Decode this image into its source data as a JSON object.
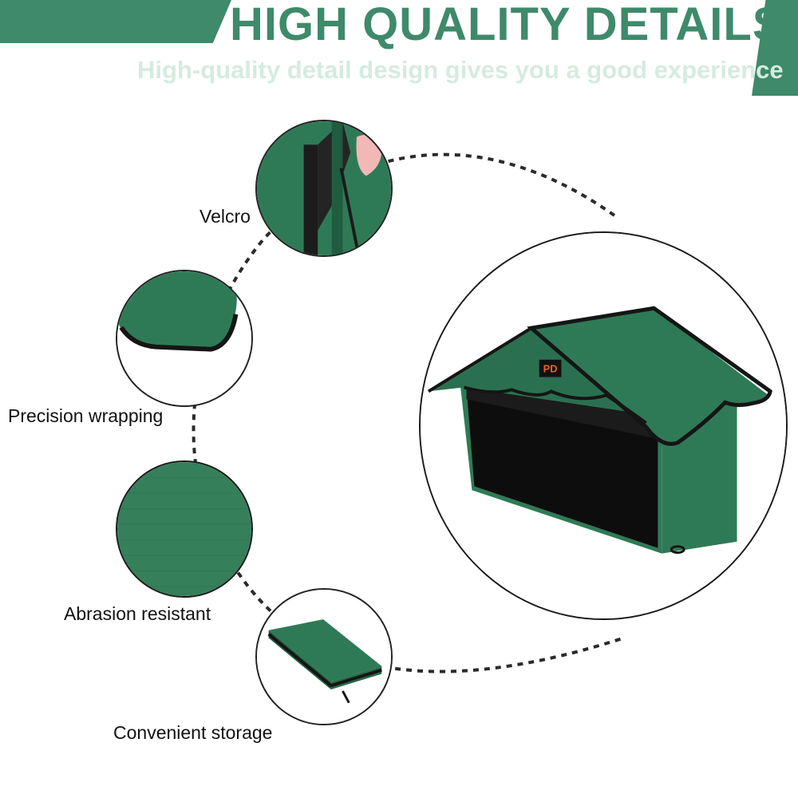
{
  "header": {
    "title": "HIGH QUALITY DETAILS",
    "subtitle": "High-quality detail design gives you a good experience",
    "accent_color": "#3e8a6b",
    "subtitle_color": "#d5ebe0"
  },
  "features": [
    {
      "label": "Velcro",
      "icon": "velcro-strap"
    },
    {
      "label": "Precision wrapping",
      "icon": "wrapped-edge"
    },
    {
      "label": "Abrasion resistant",
      "icon": "fabric-texture"
    },
    {
      "label": "Convenient storage",
      "icon": "folded-house"
    }
  ],
  "product": {
    "name": "green-pet-house",
    "fabric_color": "#2f7a56",
    "trim_color": "#1a1a1a",
    "logo_text": "PD"
  }
}
